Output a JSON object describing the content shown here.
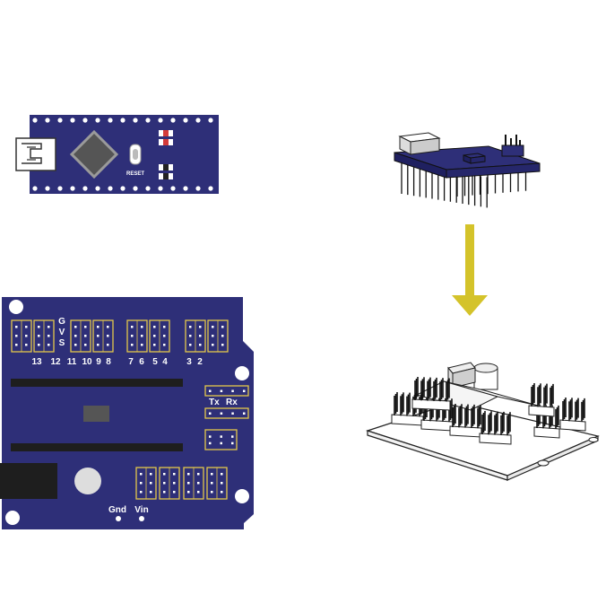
{
  "colors": {
    "board": "#2e2f78",
    "board_dark": "#1f2060",
    "header_outline": "#e3c74a",
    "pad": "#ffffff",
    "arrow": "#d4c32a",
    "chip": "#555555",
    "strip": "#222222",
    "led_red": "#d33a3a",
    "line": "#222222"
  },
  "nano": {
    "reset_label": "RESET",
    "icons": [
      "usb-mini-connector-icon",
      "chip-icon",
      "reset-button-icon",
      "led-icon"
    ]
  },
  "shield": {
    "gvs_letters": [
      "G",
      "V",
      "S"
    ],
    "pin_labels": [
      "13",
      "12",
      "11",
      "10",
      "9",
      "8",
      "7",
      "6",
      "5",
      "4",
      "3",
      "2"
    ],
    "tx_label": "Tx",
    "rx_label": "Rx",
    "gnd_label": "Gnd",
    "vin_label": "Vin"
  },
  "arrow": {
    "direction": "down"
  }
}
